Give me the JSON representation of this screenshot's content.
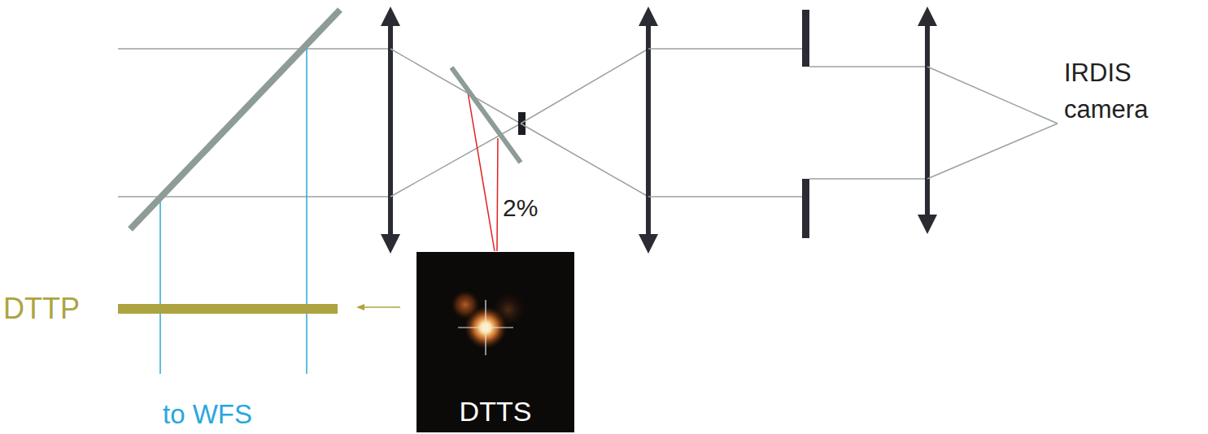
{
  "diagram": {
    "nodes": [
      {
        "text": [
          "DTTS"
        ]
      }
    ],
    "labels": [
      "IRDIS camera",
      "2%",
      "DTTP",
      "to WFS"
    ]
  }
}
